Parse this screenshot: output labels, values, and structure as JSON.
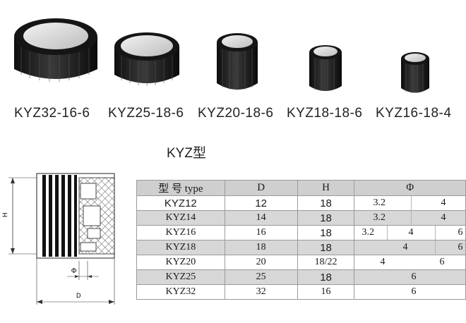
{
  "products": [
    {
      "label": "KYZ32-16-6"
    },
    {
      "label": "KYZ25-18-6"
    },
    {
      "label": "KYZ20-18-6"
    },
    {
      "label": "KYZ18-18-6"
    },
    {
      "label": "KYZ16-18-4"
    }
  ],
  "section_title": "KYZ型",
  "diagram": {
    "label_h": "H",
    "label_phi": "Φ",
    "label_d": "D"
  },
  "table": {
    "headers": {
      "type": "型 号 type",
      "d": "D",
      "h": "H",
      "phi": "Φ"
    },
    "rows": [
      {
        "model": "KYZ12",
        "d": "12",
        "h": "18",
        "phi": [
          "3.2",
          "4"
        ]
      },
      {
        "model": "KYZ14",
        "d": "14",
        "h": "18",
        "phi": [
          "3.2",
          "4"
        ]
      },
      {
        "model": "KYZ16",
        "d": "16",
        "h": "18",
        "phi": [
          "3.2",
          "4",
          "6"
        ]
      },
      {
        "model": "KYZ18",
        "d": "18",
        "h": "18",
        "phi": [
          "4",
          "6"
        ]
      },
      {
        "model": "KYZ20",
        "d": "20",
        "h": "18/22",
        "phi": [
          "4",
          "6"
        ]
      },
      {
        "model": "KYZ25",
        "d": "25",
        "h": "18",
        "phi": [
          "6"
        ]
      },
      {
        "model": "KYZ32",
        "d": "32",
        "h": "16",
        "phi": [
          "6"
        ]
      }
    ]
  }
}
